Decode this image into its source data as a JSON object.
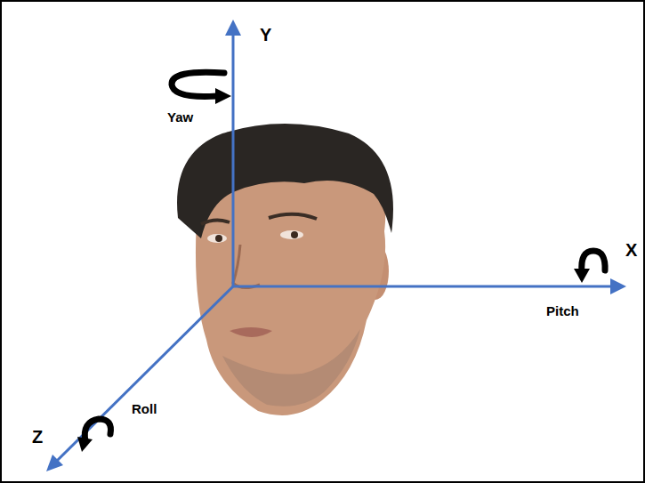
{
  "diagram": {
    "labels": [
      "Y",
      "Yaw",
      "X",
      "Pitch",
      "Z",
      "Roll"
    ]
  }
}
